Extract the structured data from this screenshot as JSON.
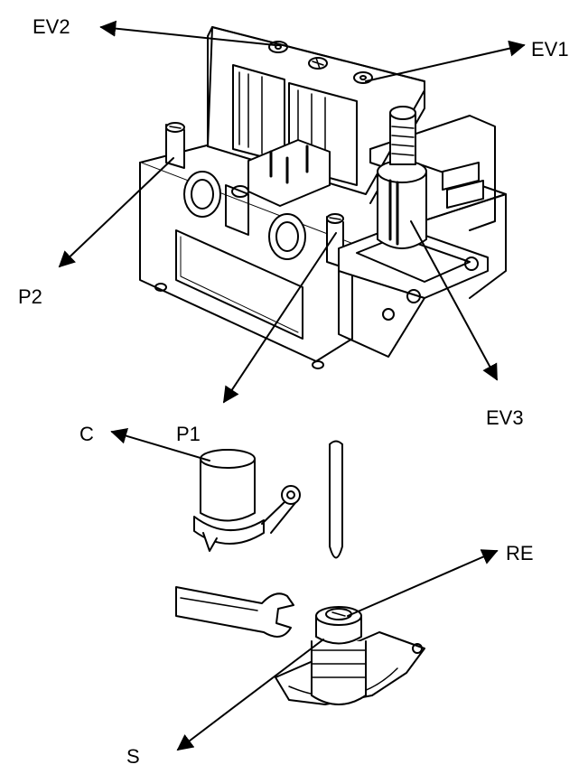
{
  "labels": {
    "ev2": "EV2",
    "ev1": "EV1",
    "p2": "P2",
    "ev3": "EV3",
    "c": "C",
    "p1": "P1",
    "re": "RE",
    "s": "S"
  }
}
